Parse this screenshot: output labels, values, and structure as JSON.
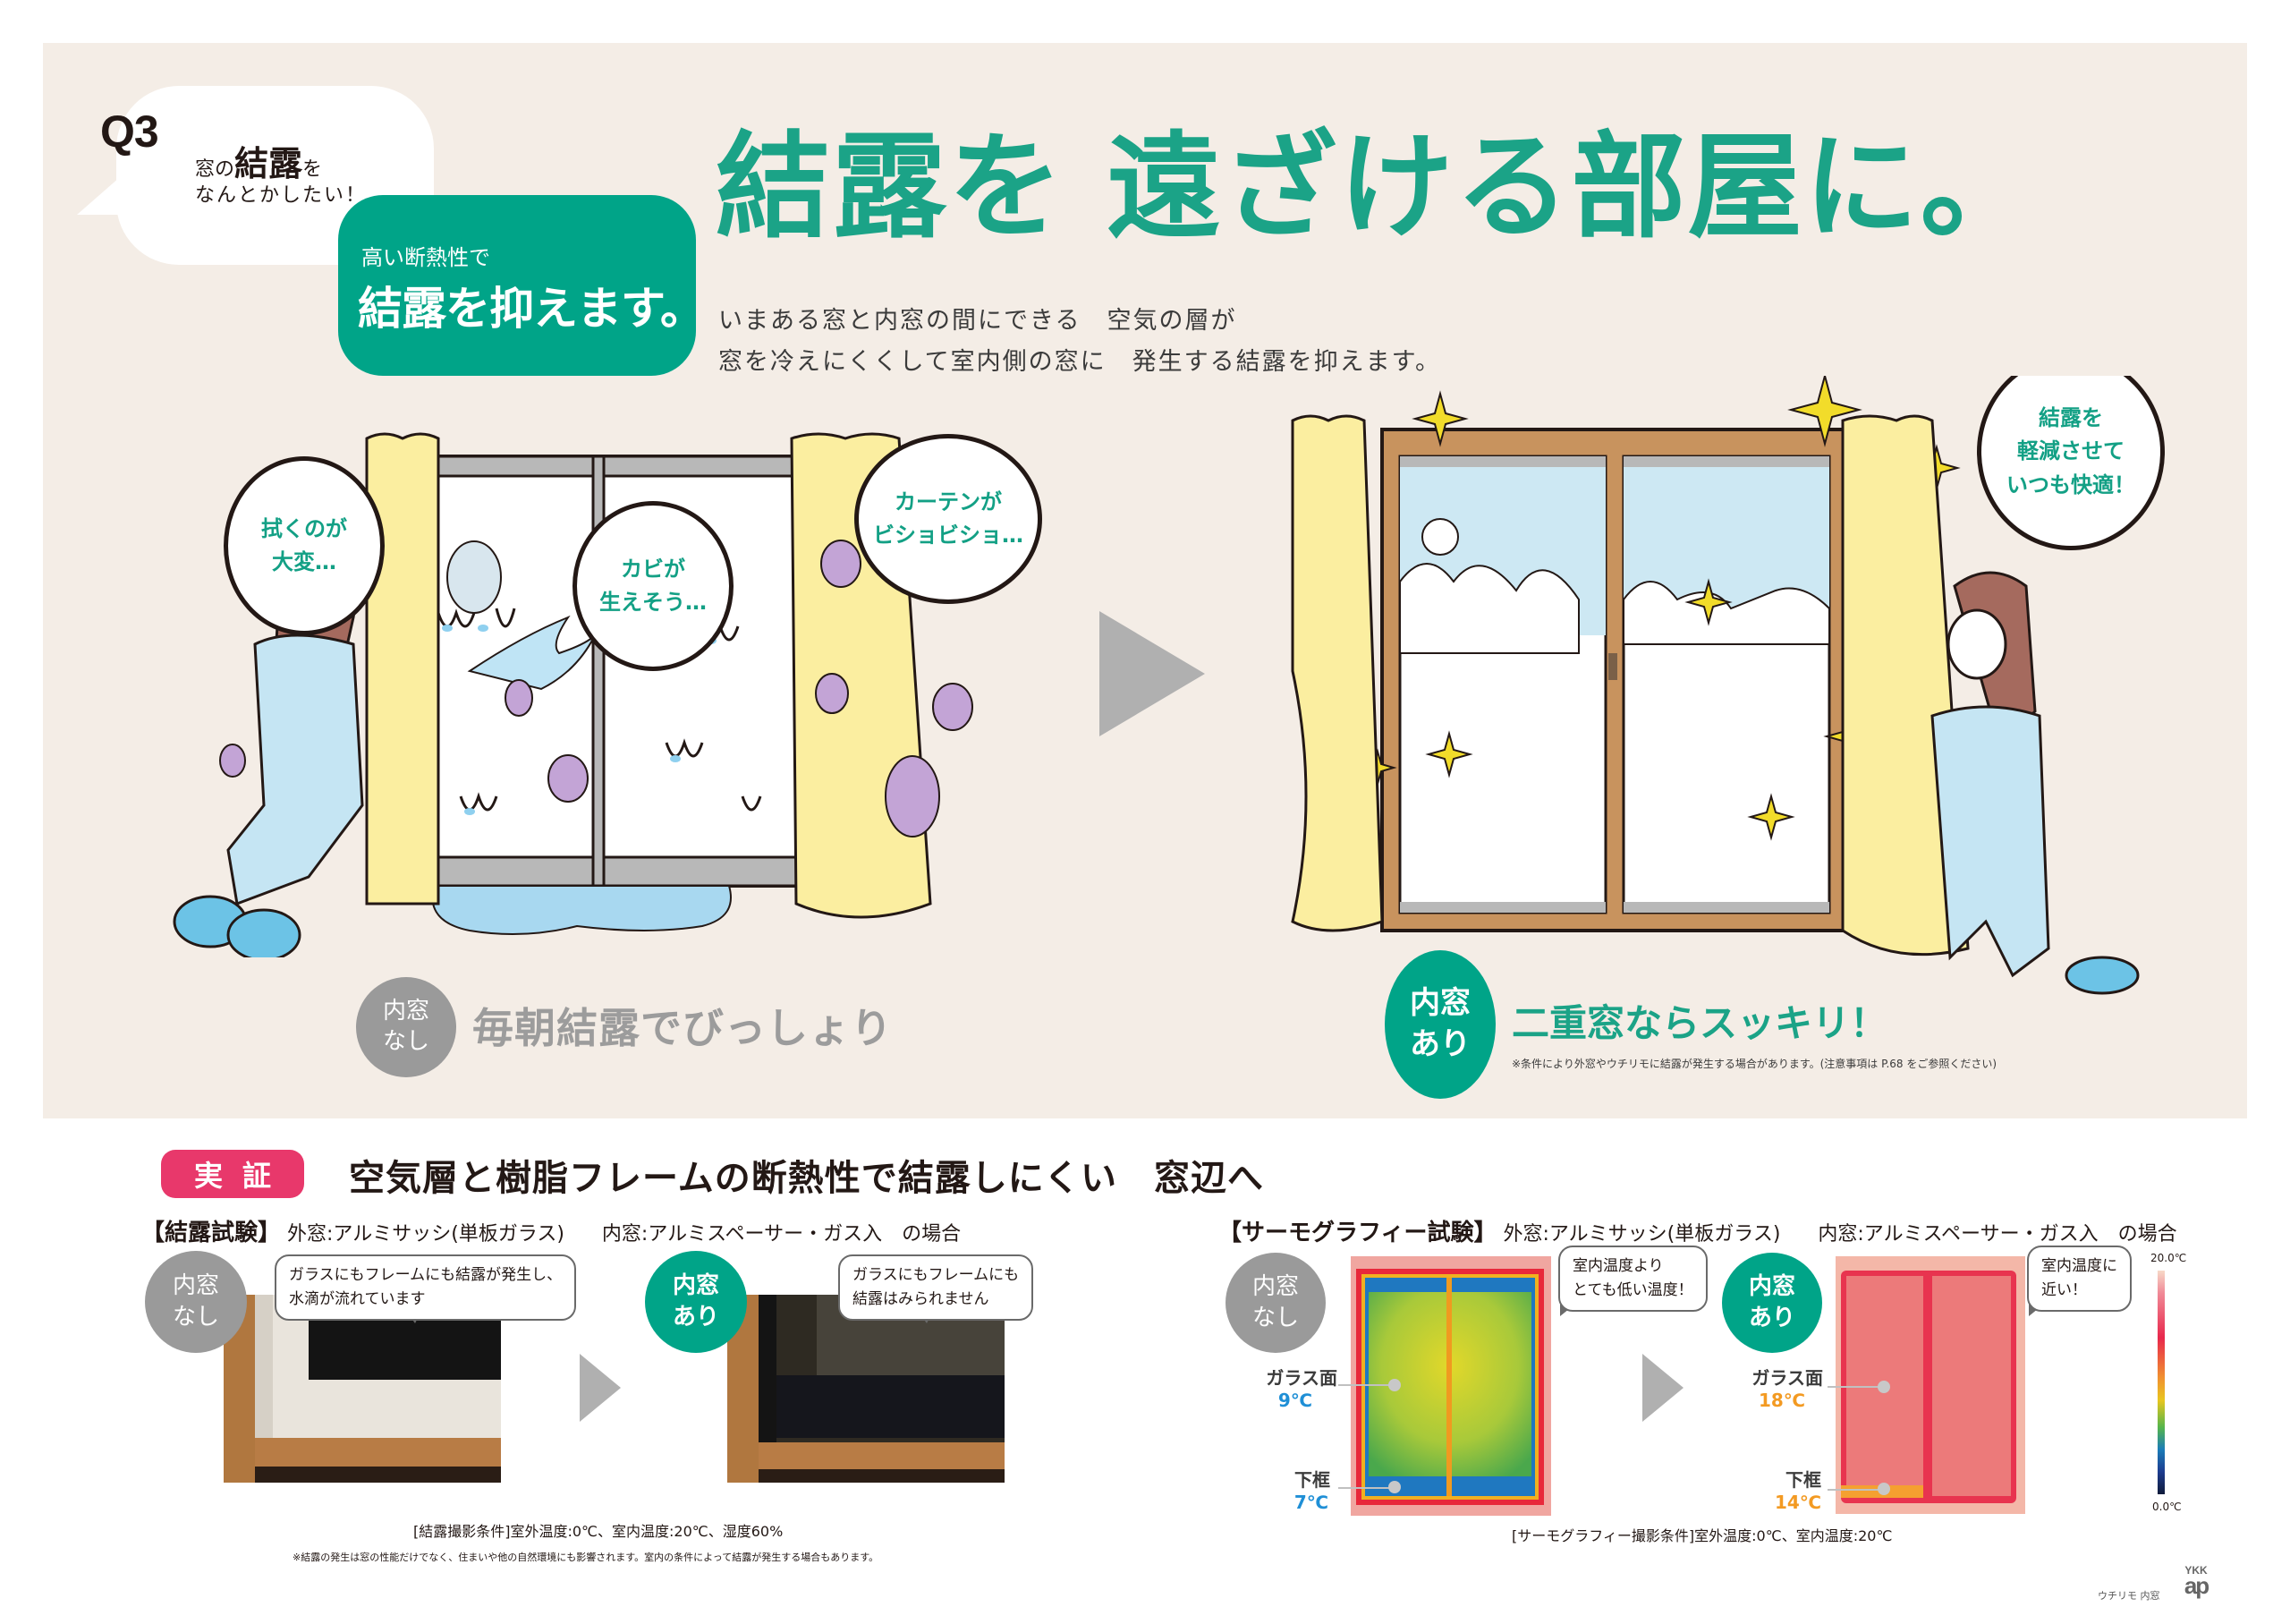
{
  "question": {
    "number": "Q3",
    "line1_prefix": "窓の",
    "line1_emphasis": "結露",
    "line1_suffix": "を",
    "line2": "なんとかしたい！"
  },
  "answer_pill": {
    "small": "高い断熱性で",
    "big": "結露を抑えます。"
  },
  "headline": "結露を 遠ざける部屋に。",
  "subtext": {
    "line1": "いまある窓と内窓の間にできる　空気の層が",
    "line2": "窓を冷えにくくして室内側の窓に　発生する結露を抑えます。"
  },
  "illustration_left": {
    "bubbles": [
      {
        "lines": [
          "拭くのが",
          "大変…"
        ]
      },
      {
        "lines": [
          "カビが",
          "生えそう…"
        ]
      },
      {
        "lines": [
          "カーテンが",
          "ビショビショ…"
        ]
      }
    ]
  },
  "illustration_right": {
    "bubble": {
      "lines": [
        "結露を",
        "軽減させて",
        "いつも快適！"
      ]
    }
  },
  "caption_left": {
    "badge_line1": "内窓",
    "badge_line2": "なし",
    "text": "毎朝結露でびっしょり"
  },
  "caption_right": {
    "badge_line1": "内窓",
    "badge_line2": "あり",
    "text": "二重窓ならスッキリ！",
    "note": "※条件により外窓やウチリモに結露が発生する場合があります。(注意事項は P.68 をご参照ください)"
  },
  "verification": {
    "badge": "実証",
    "title": "空気層と樹脂フレームの断熱性で結露しにくい　窓辺へ"
  },
  "condensation_test": {
    "title": "【結露試験】",
    "outer": "外窓:アルミサッシ(単板ガラス)",
    "inner": "内窓:アルミスペーサー・ガス入　の場合",
    "without": {
      "badge_line1": "内窓",
      "badge_line2": "なし",
      "callout": "ガラスにもフレームにも結露が発生し、\n水滴が流れています"
    },
    "with": {
      "badge_line1": "内窓",
      "badge_line2": "あり",
      "callout": "ガラスにもフレームにも\n結露はみられません"
    },
    "conditions": "[結露撮影条件]室外温度:0℃、室内温度:20℃、湿度60%",
    "footnote": "※結露の発生は窓の性能だけでなく、住まいや他の自然環境にも影響されます。室内の条件によって結露が発生する場合もあります。"
  },
  "thermography_test": {
    "title": "【サーモグラフィー試験】",
    "outer": "外窓:アルミサッシ(単板ガラス)",
    "inner": "内窓:アルミスペーサー・ガス入　の場合",
    "without": {
      "badge_line1": "内窓",
      "badge_line2": "なし",
      "callout": "室内温度より\nとても低い温度！",
      "glass_label": "ガラス面",
      "glass_temp": "9℃",
      "frame_label": "下框",
      "frame_temp": "7℃",
      "temp_color": "#1f8fd6"
    },
    "with": {
      "badge_line1": "内窓",
      "badge_line2": "あり",
      "callout": "室内温度に\n近い！",
      "glass_label": "ガラス面",
      "glass_temp": "18℃",
      "frame_label": "下框",
      "frame_temp": "14℃",
      "temp_color": "#f39a22"
    },
    "legend_max": "20.0℃",
    "legend_min": "0.0℃",
    "conditions": "[サーモグラフィー撮影条件]室外温度:0℃、室内温度:20℃"
  },
  "brand": {
    "product": "ウチリモ 内窓",
    "logo_top": "YKK",
    "logo_bottom": "ap"
  },
  "colors": {
    "accent_green": "#00a488",
    "headline_green": "#1ba387",
    "verify_pink": "#e8386b",
    "panel_beige": "#f4ede6",
    "neutral_gray": "#9a9a9a"
  }
}
